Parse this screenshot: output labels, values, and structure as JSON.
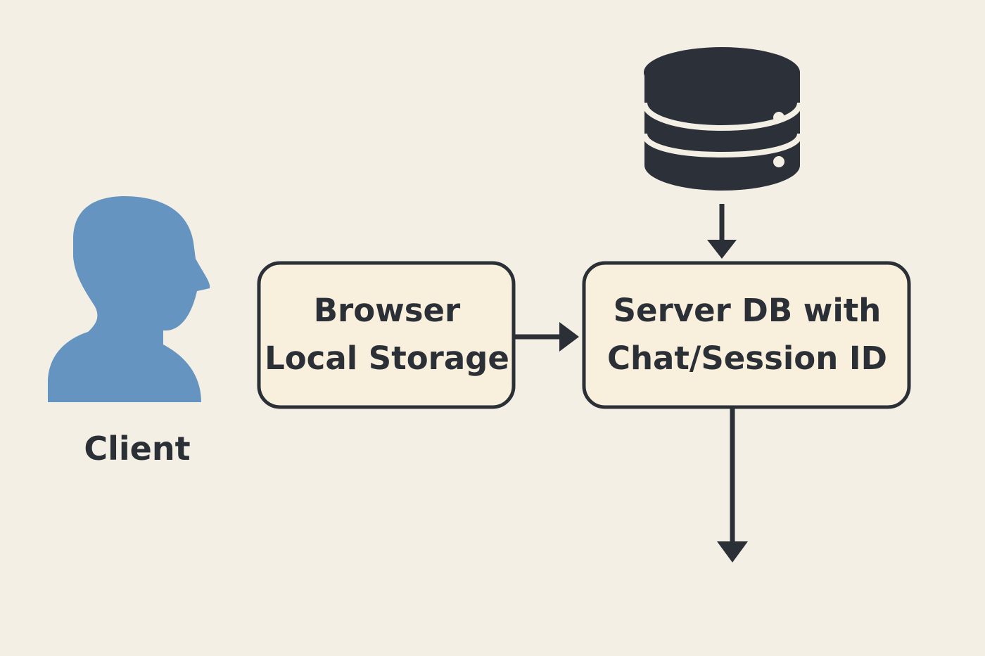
{
  "colors": {
    "background": "#f3efe4",
    "box_fill": "#f8efdd",
    "ink": "#2b2f36",
    "client_icon": "#6494bf"
  },
  "icons": {
    "client": "person-head-icon",
    "database": "database-icon"
  },
  "nodes": {
    "client": {
      "label": "Client"
    },
    "browser": {
      "label": "Browser\nLocal Storage"
    },
    "server": {
      "label": "Server DB with\nChat/Session ID"
    }
  }
}
